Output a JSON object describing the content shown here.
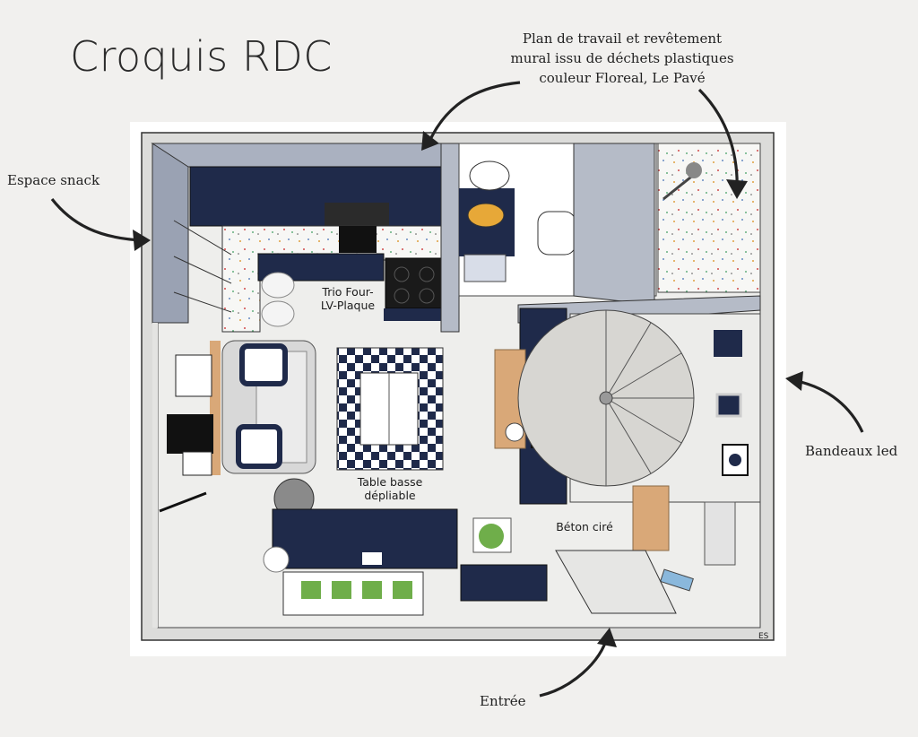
{
  "title": "Croquis RDC",
  "annotations": {
    "worktop": [
      "Plan de travail et revêtement",
      "mural issu de déchets plastiques",
      "couleur Floreal, Le Pavé"
    ],
    "snack": "Espace snack",
    "led": "Bandeaux led",
    "entrance": "Entrée"
  },
  "plan_labels": {
    "trio": [
      "Trio Four-",
      "LV-Plaque"
    ],
    "table": [
      "Table basse",
      "dépliable"
    ],
    "beton": "Béton ciré"
  },
  "signature": "ES",
  "colors": {
    "navy": "#1f2a4a",
    "wall": "#9aa2b3",
    "floor": "#eeeeec",
    "wood": "#d9a878",
    "plant": "#6fae4a"
  }
}
